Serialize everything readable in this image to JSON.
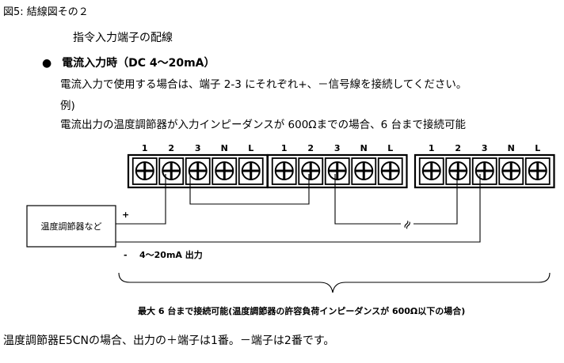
{
  "figure_title": "図5: 結線図その２",
  "subtitle": "指令入力端子の配線",
  "section": {
    "bullet_symbol": "●",
    "heading": "電流入力時（DC 4～20mA）",
    "instruction": "電流入力で使用する場合は、端子 2-3 にそれぞれ+、－信号線を接続してください。",
    "example_label": "例)",
    "example_text": "電流出力の温度調節器が入力インピーダンスが 600Ωまでの場合、6 台まで接続可能"
  },
  "diagram": {
    "terminal_labels": [
      "1",
      "2",
      "3",
      "N",
      "L"
    ],
    "block_count": 3,
    "controller_label": "温度調節器など",
    "plus_sign": "+",
    "minus_sign": "-",
    "output_label": "4～20mA  出力",
    "break_symbol": "≈",
    "caption": "最大 6 台まで接続可能(温度調節器の許容負荷インピーダンスが 600Ω以下の場合)"
  },
  "footnote": "温度調節器E5CNの場合、出力の＋端子は1番。－端子は2番です。"
}
